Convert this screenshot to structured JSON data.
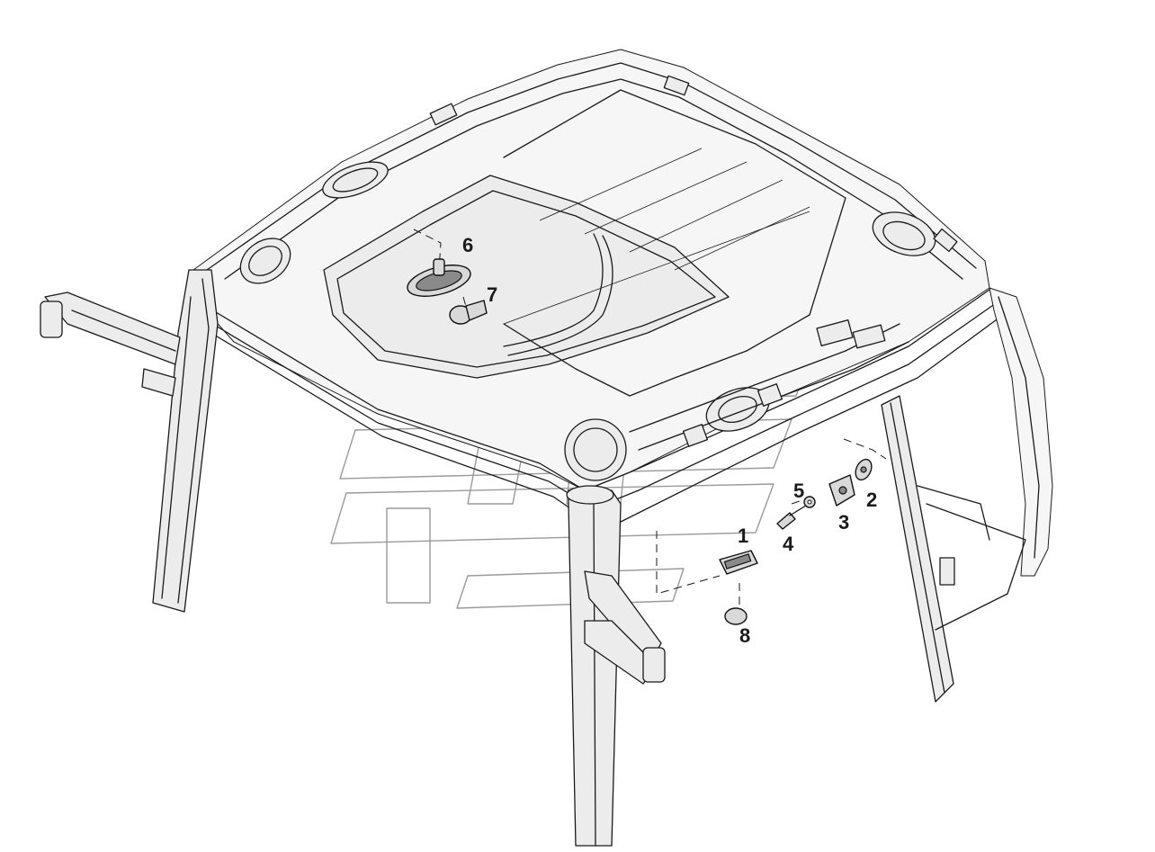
{
  "diagram": {
    "callouts": [
      {
        "id": "6",
        "text": "6"
      },
      {
        "id": "7",
        "text": "7"
      },
      {
        "id": "5",
        "text": "5"
      },
      {
        "id": "2",
        "text": "2"
      },
      {
        "id": "3",
        "text": "3"
      },
      {
        "id": "4",
        "text": "4"
      },
      {
        "id": "1",
        "text": "1"
      },
      {
        "id": "8",
        "text": "8"
      }
    ]
  }
}
